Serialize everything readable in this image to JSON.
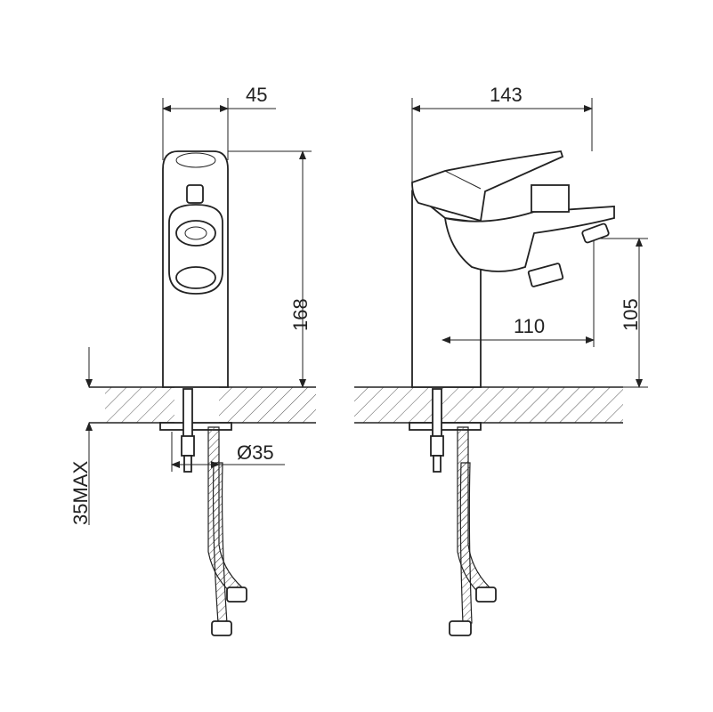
{
  "drawing": {
    "front_view": {
      "width_label": "45",
      "height_label": "168",
      "hole_label": "Ø35",
      "deck_label": "35MAX"
    },
    "side_view": {
      "depth_label": "143",
      "spout_height_label": "105",
      "spout_reach_label": "110"
    }
  }
}
